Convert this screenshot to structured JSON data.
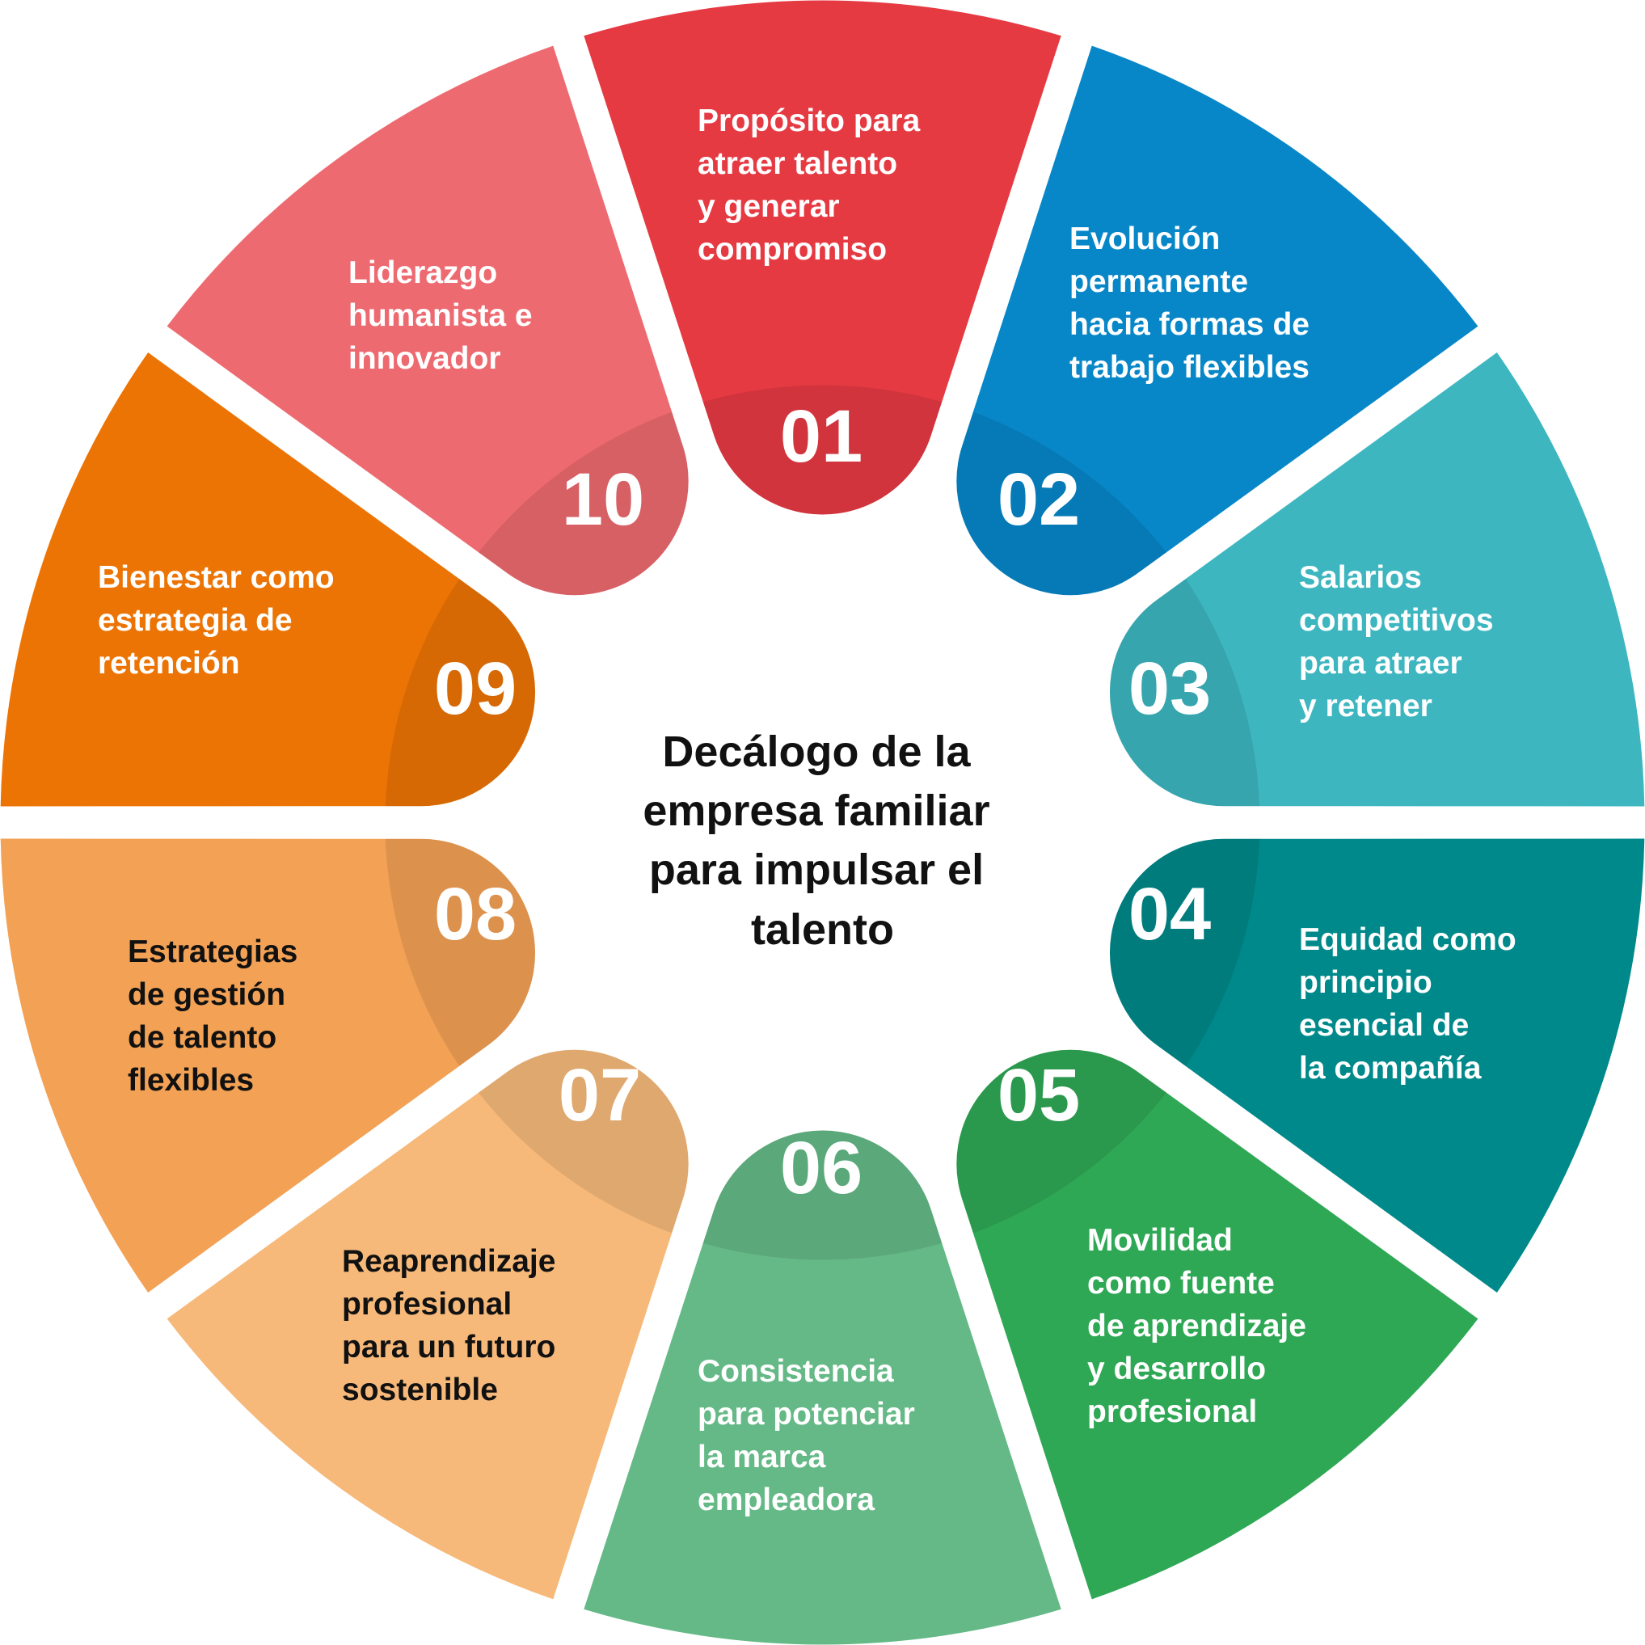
{
  "title": [
    "Decálogo de la",
    "empresa familiar",
    "para impulsar el",
    "talento"
  ],
  "segments": [
    {
      "number": "01",
      "color": "#e63a43",
      "text_color": "#ffffff",
      "lines": [
        "Propósito para",
        "atraer talento",
        "y generar",
        "compromiso"
      ]
    },
    {
      "number": "02",
      "color": "#0787c8",
      "text_color": "#ffffff",
      "lines": [
        "Evolución",
        "permanente",
        "hacia formas de",
        "trabajo flexibles"
      ]
    },
    {
      "number": "03",
      "color": "#3db6c0",
      "text_color": "#ffffff",
      "lines": [
        "Salarios",
        "competitivos",
        "para atraer",
        "y retener"
      ]
    },
    {
      "number": "04",
      "color": "#00898a",
      "text_color": "#ffffff",
      "lines": [
        "Equidad como",
        "principio",
        "esencial de",
        "la compañía"
      ]
    },
    {
      "number": "05",
      "color": "#2fa855",
      "text_color": "#ffffff",
      "lines": [
        "Movilidad",
        "como fuente",
        "de aprendizaje",
        "y desarrollo",
        "profesional"
      ]
    },
    {
      "number": "06",
      "color": "#65b987",
      "text_color": "#ffffff",
      "lines": [
        "Consistencia",
        "para potenciar",
        "la marca",
        "empleadora"
      ]
    },
    {
      "number": "07",
      "color": "#f6b97a",
      "text_color": "#111111",
      "lines": [
        "Reaprendizaje",
        "profesional",
        "para un futuro",
        "sostenible"
      ]
    },
    {
      "number": "08",
      "color": "#f2a155",
      "text_color": "#111111",
      "lines": [
        "Estrategias",
        "de gestión",
        "de talento",
        "flexibles"
      ]
    },
    {
      "number": "09",
      "color": "#ec7405",
      "text_color": "#ffffff",
      "lines": [
        "Bienestar como",
        "estrategia de",
        "retención"
      ]
    },
    {
      "number": "10",
      "color": "#ed6a70",
      "text_color": "#ffffff",
      "lines": [
        "Liderazgo",
        "humanista e",
        "innovador"
      ]
    }
  ]
}
